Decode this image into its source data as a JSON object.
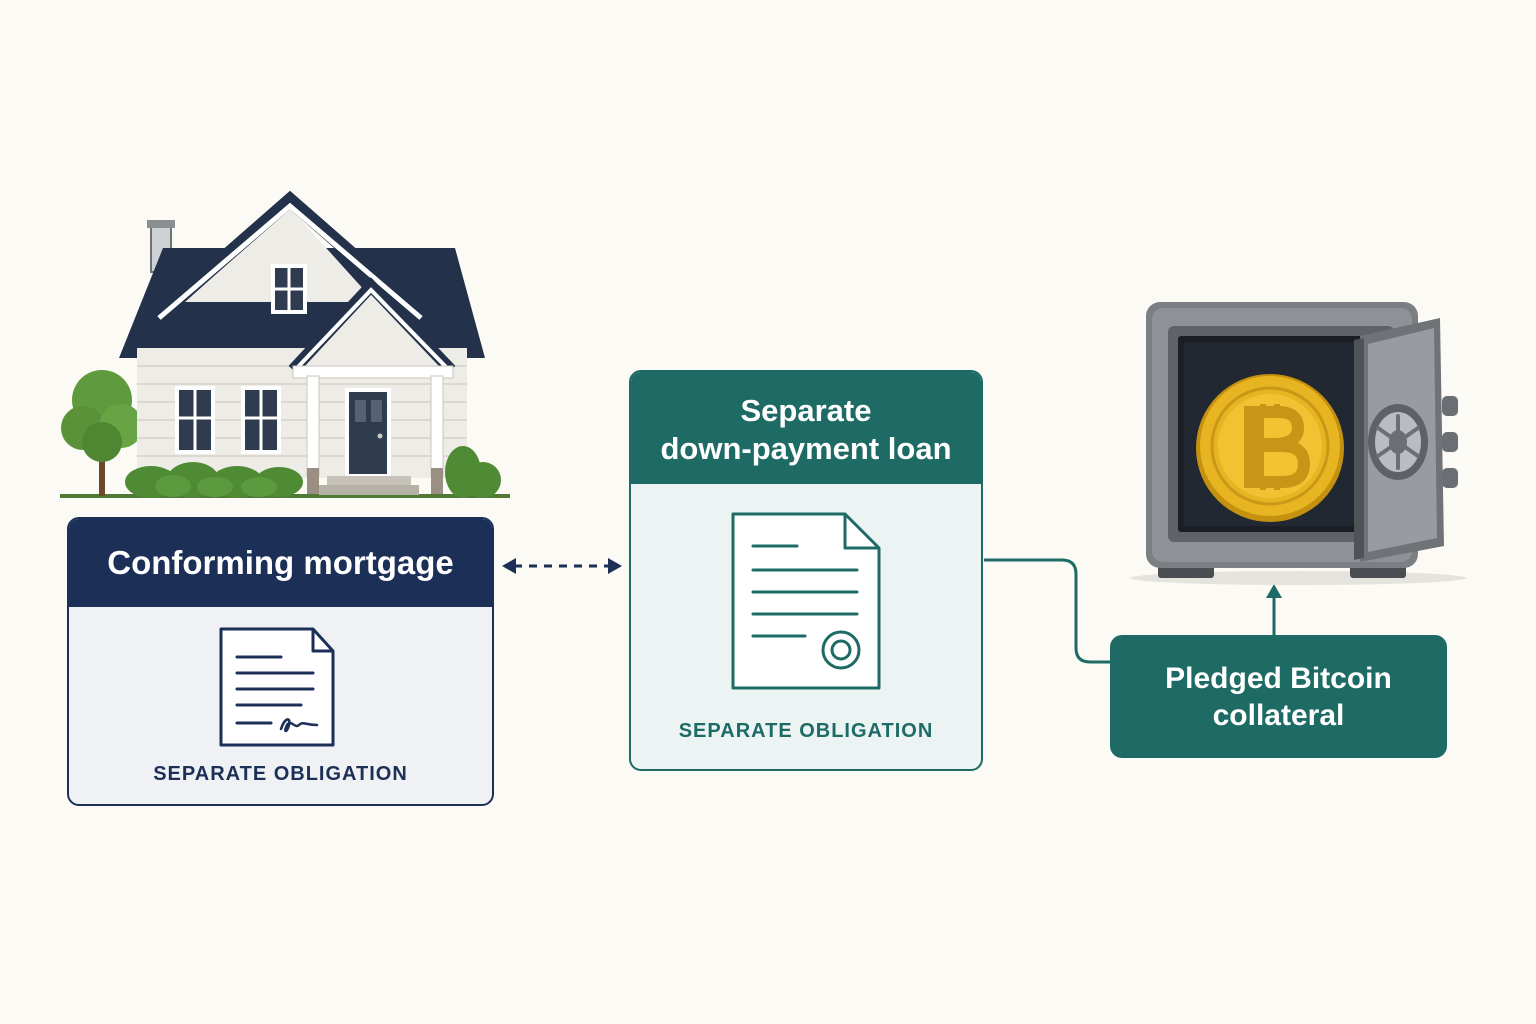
{
  "mortgage": {
    "title": "Conforming mortgage",
    "caption": "SEPARATE OBLIGATION"
  },
  "loan": {
    "title_line1": "Separate",
    "title_line2": "down-payment loan",
    "caption": "SEPARATE OBLIGATION"
  },
  "collateral": {
    "line1": "Pledged Bitcoin",
    "line2": "collateral"
  },
  "icons": {
    "house": "house-icon",
    "safe": "safe-icon",
    "coin": "bitcoin-coin-icon",
    "signed_document": "signed-document-icon",
    "sealed_document": "sealed-document-icon"
  },
  "colors": {
    "navy": "#1b2f57",
    "teal": "#1e6b66",
    "gold": "#e8b522",
    "background": "#fbfaf5"
  }
}
